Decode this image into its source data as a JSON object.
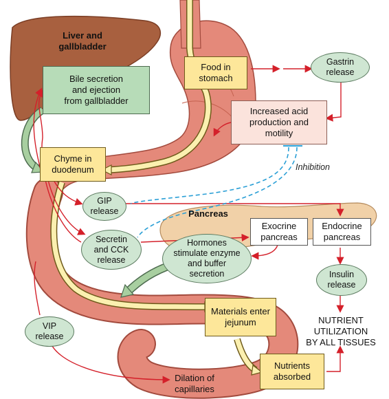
{
  "labels": {
    "liver_gallbladder": "Liver and\ngallbladder",
    "pancreas": "Pancreas",
    "inhibition": "Inhibition",
    "nutrient_utilization": "NUTRIENT\nUTILIZATION\nBY ALL TISSUES",
    "dilation": "Dilation of\ncapillaries"
  },
  "boxes": {
    "food_in_stomach": "Food in\nstomach",
    "bile_secretion": "Bile secretion\nand ejection\nfrom gallbladder",
    "increased_acid": "Increased acid\nproduction and\nmotility",
    "chyme": "Chyme in\nduodenum",
    "exocrine": "Exocrine\npancreas",
    "endocrine": "Endocrine\npancreas",
    "materials_jejunum": "Materials enter\njejunum",
    "nutrients_absorbed": "Nutrients\nabsorbed"
  },
  "ellipses": {
    "gastrin": "Gastrin\nrelease",
    "gip": "GIP\nrelease",
    "secretin_cck": "Secretin\nand CCK\nrelease",
    "hormones": "Hormones\nstimulate enzyme\nand buffer\nsecretion",
    "insulin": "Insulin\nrelease",
    "vip": "VIP\nrelease"
  },
  "colors": {
    "liver": "#a8603f",
    "stomach": "#e4897a",
    "pancreas": "#f1d1a8",
    "arrow_red": "#d4202a",
    "inhibition_blue": "#2a9fd6",
    "yellow_arrow": "#fbf0b0",
    "green_arrow": "#a8cfa0"
  }
}
